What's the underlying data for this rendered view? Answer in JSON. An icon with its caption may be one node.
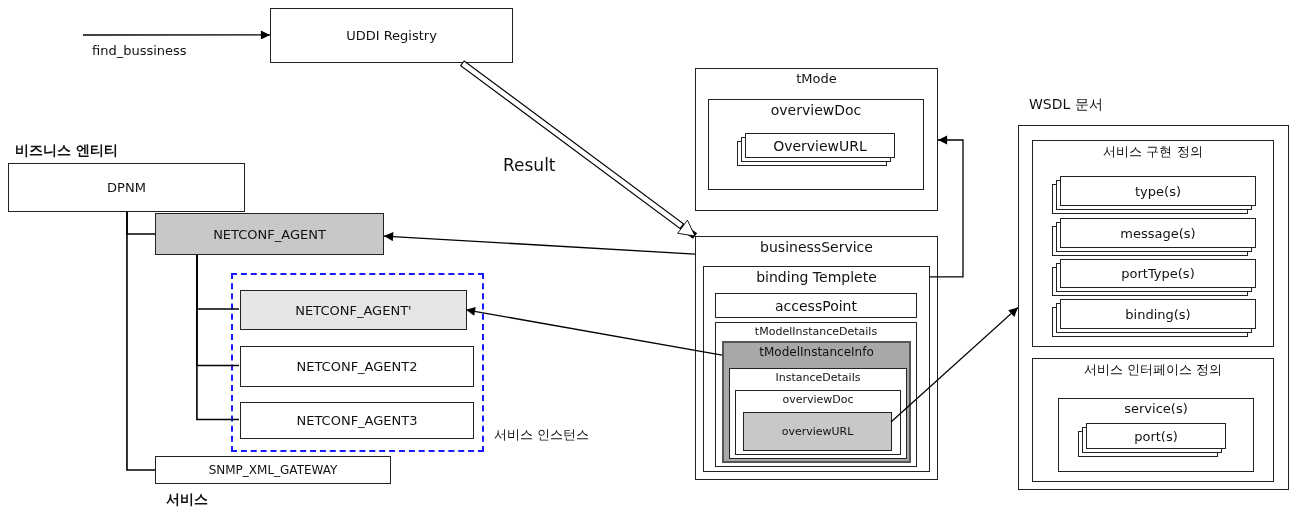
{
  "diagram": {
    "nodes": [
      {
        "text": [
          "UDDI Registry"
        ]
      },
      {
        "text": [
          "비즈니스 엔티티",
          "DPNM"
        ]
      },
      {
        "text": [
          "NETCONF_AGENT"
        ]
      },
      {
        "text": [
          "서비스 인스턴스"
        ]
      },
      {
        "text": [
          "NETCONF_AGENT'"
        ],
        "in": 3
      },
      {
        "text": [
          "NETCONF_AGENT2"
        ],
        "in": 3
      },
      {
        "text": [
          "NETCONF_AGENT3"
        ],
        "in": 3
      },
      {
        "text": [
          "SNMP_XML_GATEWAY"
        ],
        "beside": [
          "서비스"
        ]
      },
      {
        "text": [
          "tMode"
        ]
      },
      {
        "text": [
          "overviewDoc"
        ],
        "in": 8
      },
      {
        "text": [
          "OverviewURL"
        ],
        "in": 9
      },
      {
        "text": [
          "businessService"
        ]
      },
      {
        "text": [
          "binding Templete"
        ],
        "in": 11
      },
      {
        "text": [
          "accessPoint"
        ],
        "in": 12
      },
      {
        "text": [
          "tModelInstanceDetails"
        ],
        "in": 12
      },
      {
        "text": [
          "tModelInstanceInfo"
        ],
        "in": 14
      },
      {
        "text": [
          "InstanceDetails"
        ],
        "in": 15
      },
      {
        "text": [
          "overviewDoc"
        ],
        "in": 16
      },
      {
        "text": [
          "overviewURL"
        ],
        "in": 17
      },
      {
        "text": [
          "WSDL 문서"
        ]
      },
      {
        "text": [
          "서비스 구현 정의"
        ],
        "in": 19
      },
      {
        "text": [
          "type(s)"
        ],
        "in": 20
      },
      {
        "text": [
          "message(s)"
        ],
        "in": 20
      },
      {
        "text": [
          "portType(s)"
        ],
        "in": 20
      },
      {
        "text": [
          "binding(s)"
        ],
        "in": 20
      },
      {
        "text": [
          "서비스 인터페이스 정의"
        ],
        "in": 19
      },
      {
        "text": [
          "service(s)"
        ],
        "in": 25
      },
      {
        "text": [
          "port(s)"
        ],
        "in": 26
      }
    ],
    "edges": [
      {
        "from": null,
        "to": 0,
        "arrow": "to",
        "label": "find_bussiness"
      },
      {
        "from": 0,
        "to": 11,
        "arrow": "to",
        "label": "Result",
        "style": "thick"
      },
      {
        "from": 11,
        "to": 2,
        "arrow": "to"
      },
      {
        "from": 15,
        "to": 4,
        "arrow": "to"
      },
      {
        "from": 12,
        "to": 8,
        "arrow": "to"
      },
      {
        "from": 18,
        "to": 19,
        "arrow": "to"
      },
      {
        "from": 1,
        "to": 2,
        "arrow": "none"
      },
      {
        "from": 1,
        "to": 7,
        "arrow": "none"
      },
      {
        "from": 2,
        "to": 4,
        "arrow": "none"
      },
      {
        "from": 2,
        "to": 5,
        "arrow": "none"
      },
      {
        "from": 2,
        "to": 6,
        "arrow": "none"
      }
    ]
  }
}
